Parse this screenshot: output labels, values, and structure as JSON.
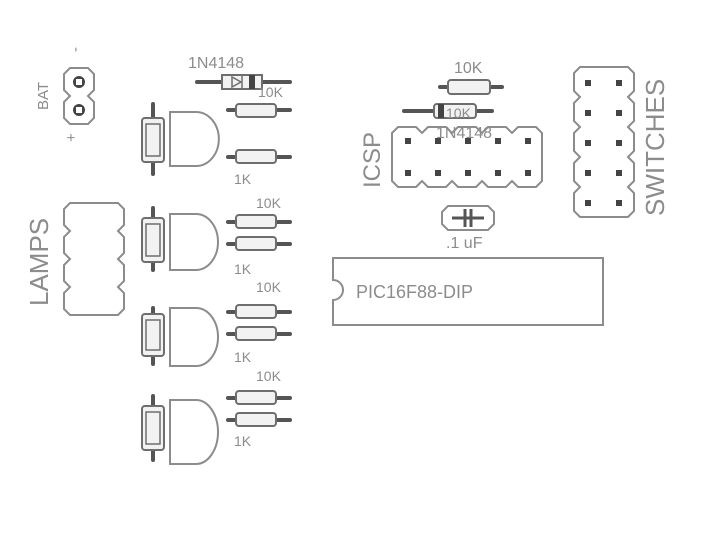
{
  "labels": {
    "bat": "BAT",
    "bat_minus": "-",
    "bat_plus": "+",
    "lamps": "LAMPS",
    "icsp": "ICSP",
    "switches": "SWITCHES",
    "diode_top": "1N4148",
    "diode_mid": "1N4148",
    "res_10k_a": "10K",
    "res_10k_b": "10K",
    "res_10k_c": "10K",
    "res_10k_d": "10K",
    "res_10k_e": "10K",
    "res_1k_a": "1K",
    "res_1k_b": "1K",
    "res_1k_c": "1K",
    "res_1k_d": "1K",
    "res_overlap": "10K",
    "cap": ".1 uF",
    "chip": "PIC16F88-DIP"
  },
  "colors": {
    "silkscreen": "#8c8c8c",
    "pad": "#444444",
    "lead": "#555555",
    "background": "#ffffff"
  }
}
